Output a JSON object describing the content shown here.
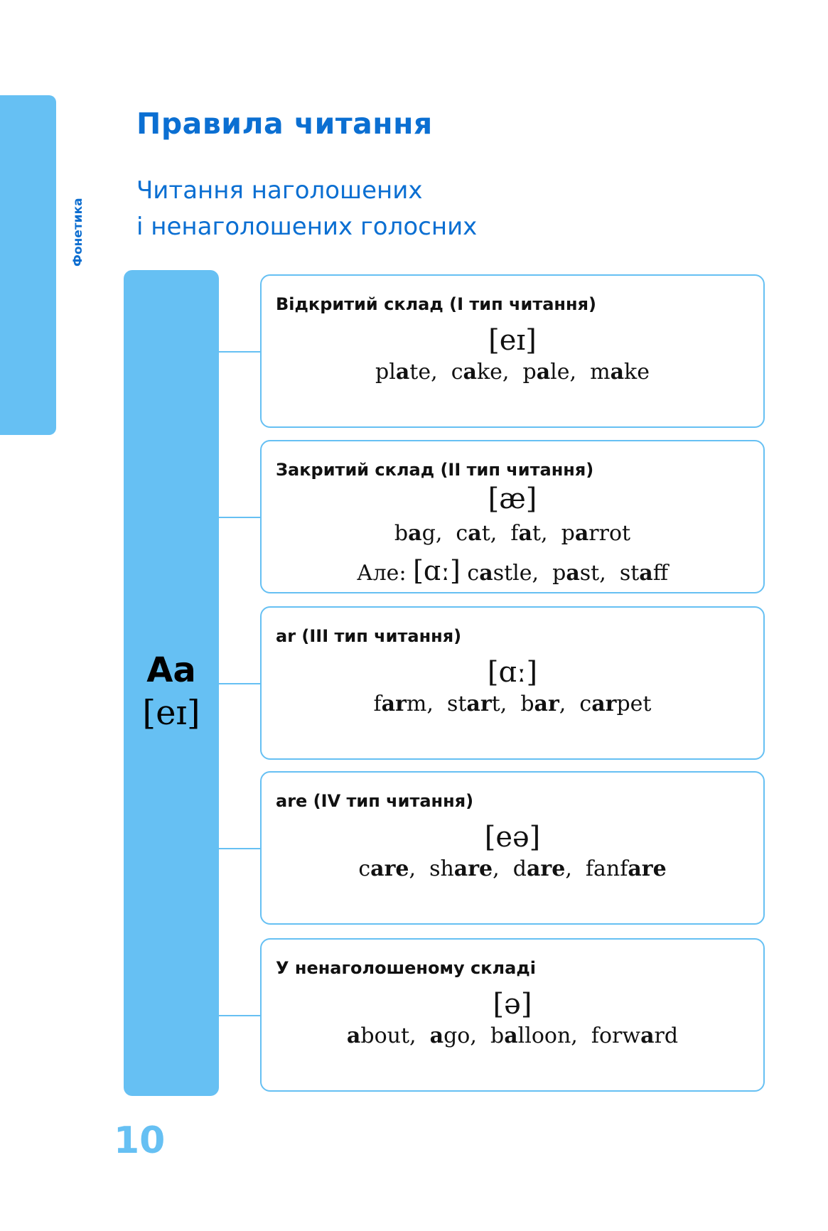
{
  "section": "Фонетика",
  "title": "Правила читання",
  "subtitle": [
    "Читання наголошених",
    "і ненаголошених голосних"
  ],
  "letter": {
    "name": "Aa",
    "sound": "[eɪ]"
  },
  "cards": [
    {
      "heading": "Відкритий склад (I тип читання)",
      "sound": "[eɪ]",
      "words": [
        [
          "pl",
          "a",
          "te"
        ],
        [
          "c",
          "a",
          "ke"
        ],
        [
          "p",
          "a",
          "le"
        ],
        [
          "m",
          "a",
          "ke"
        ]
      ]
    },
    {
      "heading": "Закритий склад (II тип читання)",
      "sound": "[æ]",
      "words": [
        [
          "b",
          "a",
          "g"
        ],
        [
          "c",
          "a",
          "t"
        ],
        [
          "f",
          "a",
          "t"
        ],
        [
          "p",
          "a",
          "rrot"
        ]
      ],
      "extra": {
        "label": "Але:",
        "sound": "[ɑː]",
        "words": [
          [
            "c",
            "a",
            "stle"
          ],
          [
            "p",
            "a",
            "st"
          ],
          [
            "st",
            "a",
            "ff"
          ]
        ]
      }
    },
    {
      "heading": "ar (III тип читання)",
      "sound": "[ɑː]",
      "words": [
        [
          "f",
          "ar",
          "m"
        ],
        [
          "st",
          "ar",
          "t"
        ],
        [
          "b",
          "ar",
          ""
        ],
        [
          "c",
          "ar",
          "pet"
        ]
      ]
    },
    {
      "heading": "are (IV тип читання)",
      "sound": "[eə]",
      "words": [
        [
          "c",
          "are",
          ""
        ],
        [
          "sh",
          "are",
          ""
        ],
        [
          "d",
          "are",
          ""
        ],
        [
          "fanf",
          "are",
          ""
        ]
      ]
    },
    {
      "heading": "У ненаголошеному складі",
      "sound": "[ə]",
      "words": [
        [
          "",
          "a",
          "bout"
        ],
        [
          "",
          "a",
          "go"
        ],
        [
          "b",
          "a",
          "lloon"
        ],
        [
          "forw",
          "a",
          "rd"
        ]
      ]
    }
  ],
  "page_number": "10",
  "colors": {
    "accent": "#66c0f3",
    "title": "#0b6fd2"
  }
}
